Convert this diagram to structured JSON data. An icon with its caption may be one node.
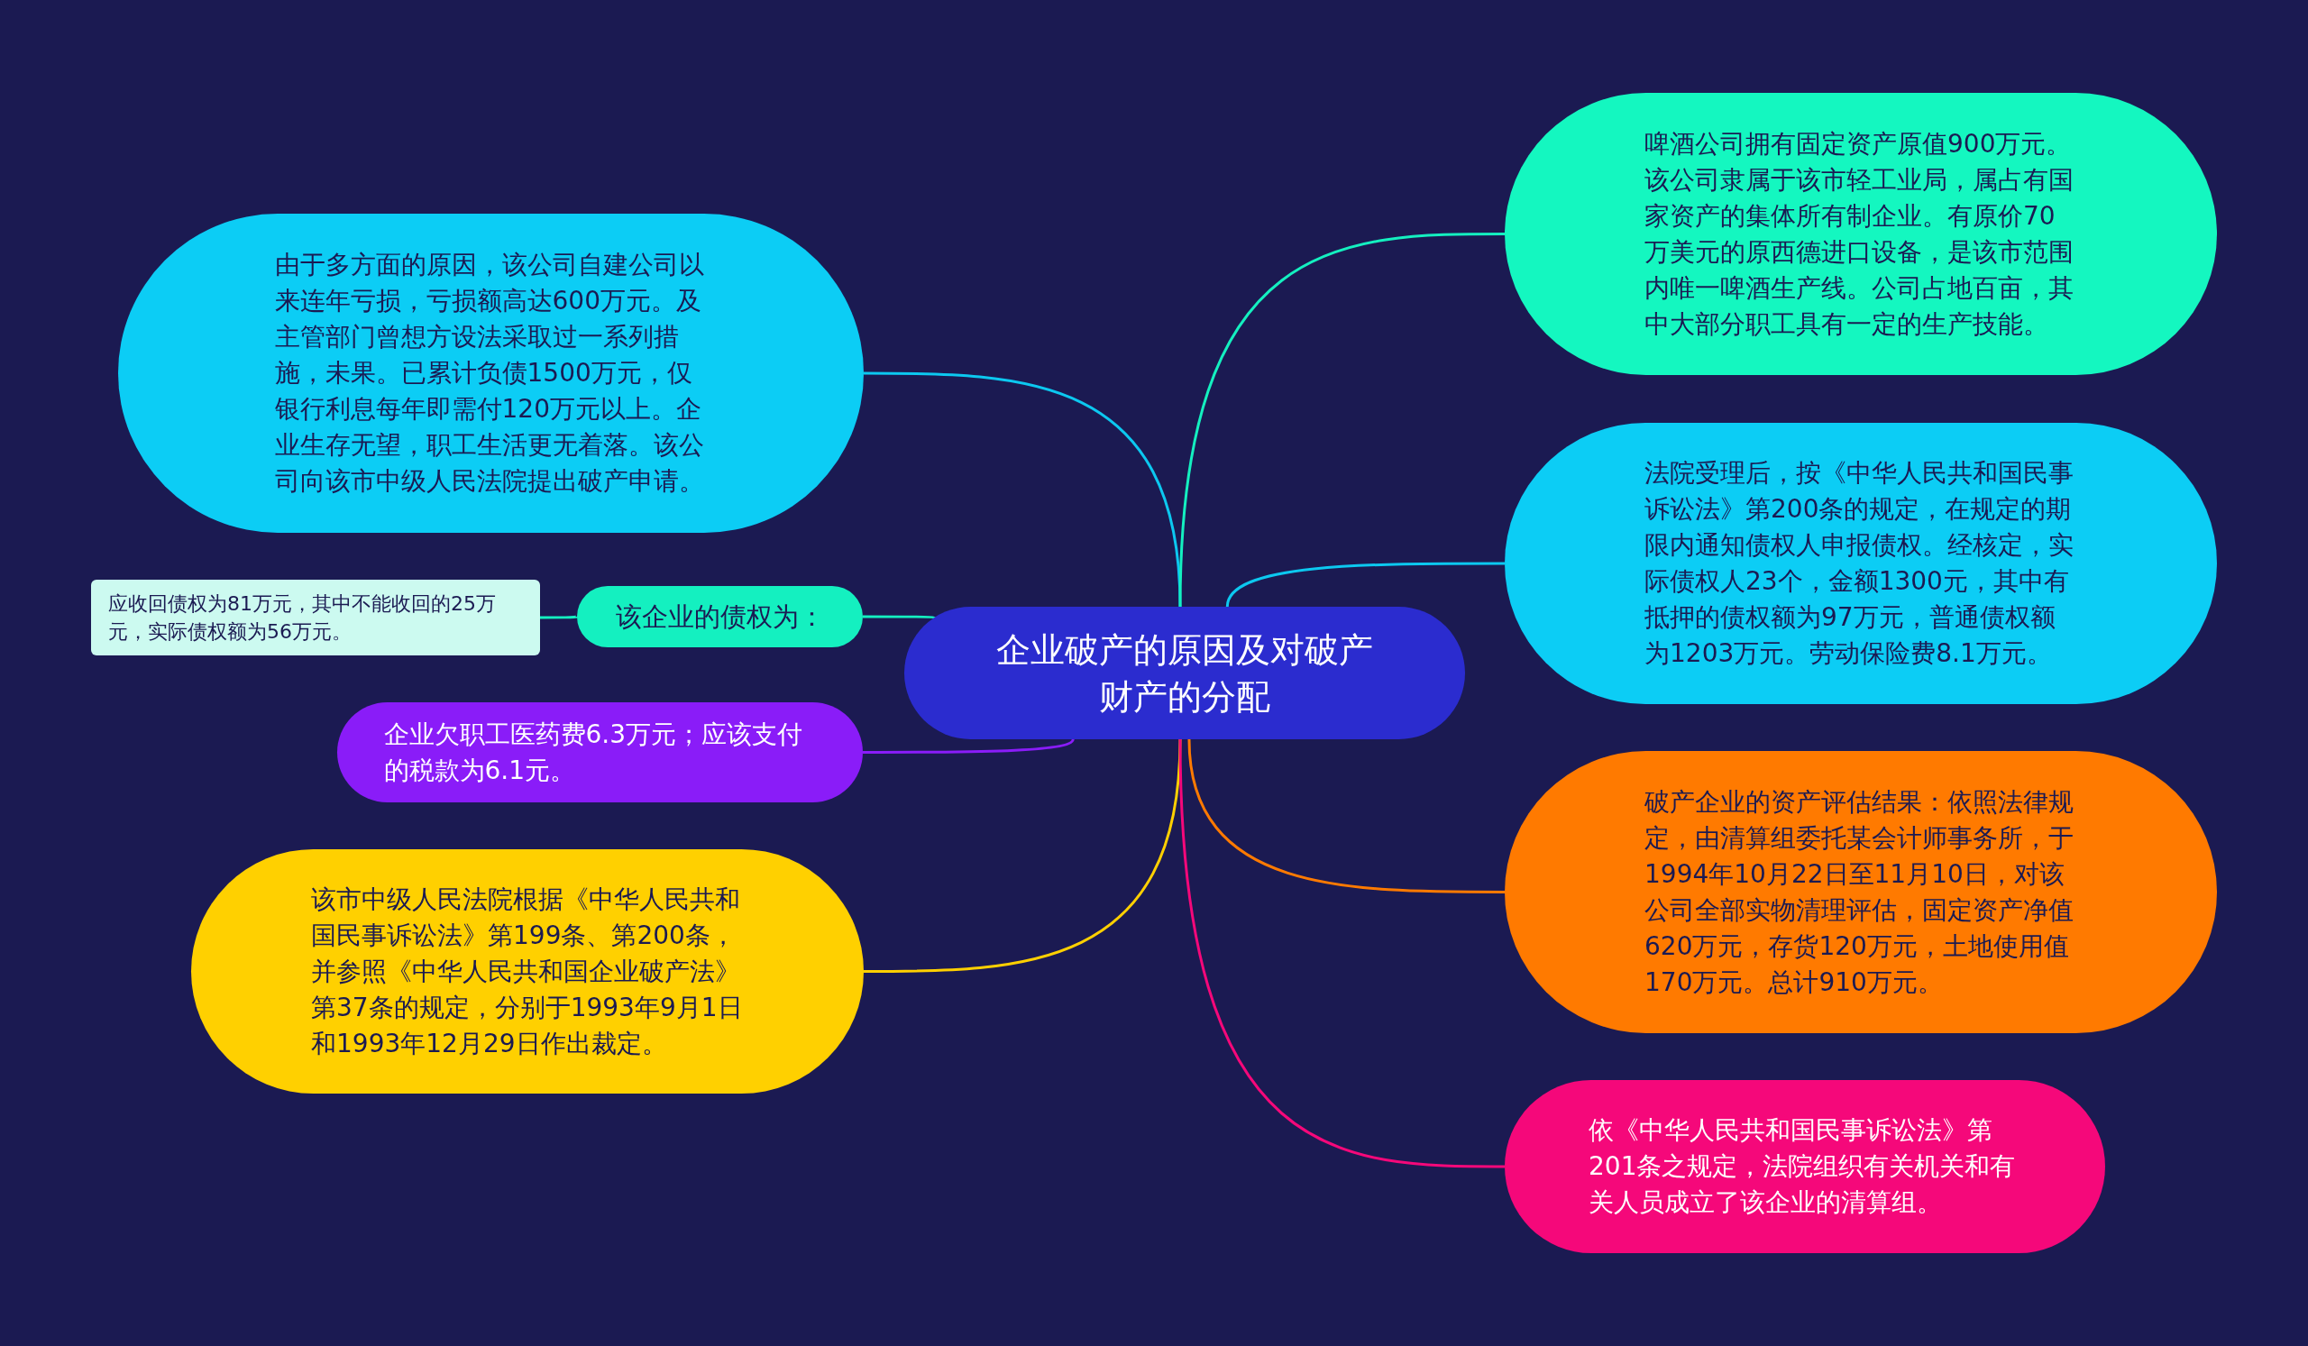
{
  "diagram": {
    "nodes": [
      {
        "text": [
          "企业破产的原因及对破产财产的分配"
        ]
      },
      {
        "text": [
          "由于多方面的原因，该公司自建公司以来连年亏损，亏损额高达600万元。及主管部门曾想方设法采取过一系列措施，未果。已累计负债1500万元，仅银行利息每年即需付120万元以上。企业生存无望，职工生活更无着落。该公司向该市中级人民法院提出破产申请。"
        ]
      },
      {
        "text": [
          "该企业的债权为："
        ]
      },
      {
        "text": [
          "应收回债权为81万元，其中不能收回的25万元，实际债权额为56万元。"
        ]
      },
      {
        "text": [
          "企业欠职工医药费6.3万元；应该支付的税款为6.1元。"
        ]
      },
      {
        "text": [
          "该市中级人民法院根据《中华人民共和国民事诉讼法》第199条、第200条，并参照《中华人民共和国企业破产法》第37条的规定，分别于1993年9月1日和1993年12月29日作出裁定。"
        ]
      },
      {
        "text": [
          "啤酒公司拥有固定资产原值900万元。该公司隶属于该市轻工业局，属占有国家资产的集体所有制企业。有原价70万美元的原西德进口设备，是该市范围内唯一啤酒生产线。公司占地百亩，其中大部分职工具有一定的生产技能。"
        ]
      },
      {
        "text": [
          "法院受理后，按《中华人民共和国民事诉讼法》第200条的规定，在规定的期限内通知债权人申报债权。经核定，实际债权人23个，金额1300元，其中有抵押的债权额为97万元，普通债权额为1203万元。劳动保险费8.1万元。"
        ]
      },
      {
        "text": [
          "破产企业的资产评估结果：依照法律规定，由清算组委托某会计师事务所，于1994年10月22日至11月10日，对该公司全部实物清理评估，固定资产净值620万元，存货120万元，土地使用值170万元。总计910万元。"
        ]
      },
      {
        "text": [
          "依《中华人民共和国民事诉讼法》第201条之规定，法院组织有关机关和有关人员成立了该企业的清算组。"
        ]
      }
    ],
    "edges": [
      {
        "from": 0,
        "to": 1,
        "arrow": "none",
        "color": "#0cc8f0"
      },
      {
        "from": 0,
        "to": 2,
        "arrow": "none",
        "color": "#14f0c0"
      },
      {
        "from": 0,
        "to": 4,
        "arrow": "none",
        "color": "#8a1cf8"
      },
      {
        "from": 0,
        "to": 5,
        "arrow": "none",
        "color": "#ffd000"
      },
      {
        "from": 0,
        "to": 6,
        "arrow": "none",
        "color": "#14f0c0"
      },
      {
        "from": 0,
        "to": 7,
        "arrow": "none",
        "color": "#0cc8f0"
      },
      {
        "from": 0,
        "to": 8,
        "arrow": "none",
        "color": "#ff7a00"
      },
      {
        "from": 0,
        "to": 9,
        "arrow": "none",
        "color": "#f5087a"
      },
      {
        "from": 2,
        "to": 3,
        "arrow": "none",
        "color": "#14f0c0"
      }
    ]
  }
}
